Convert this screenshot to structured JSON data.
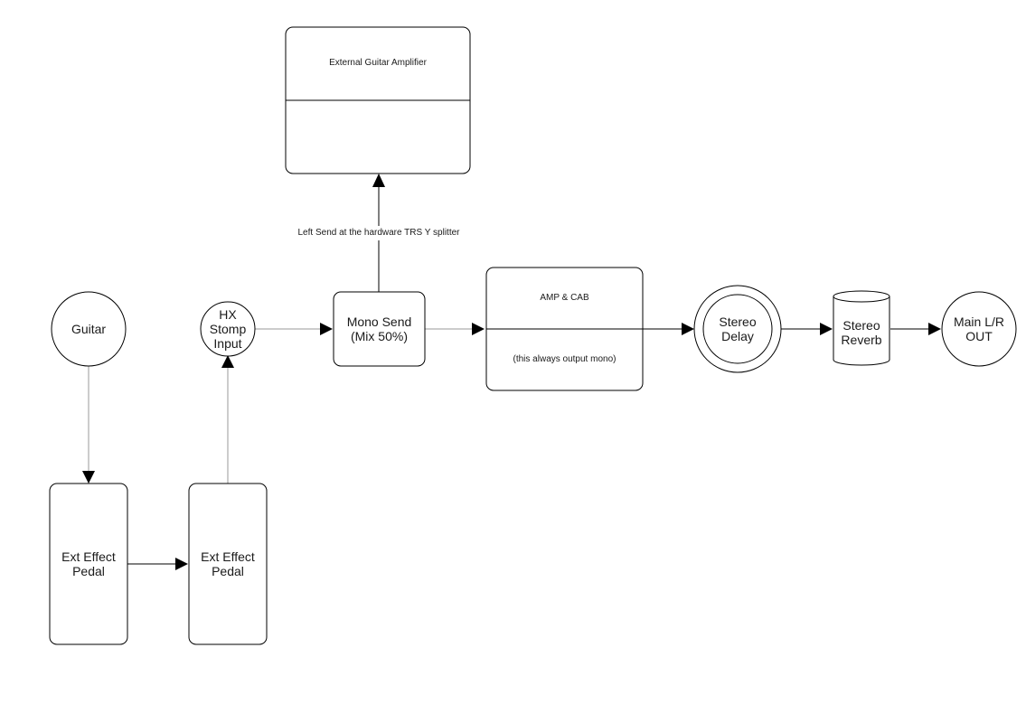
{
  "nodes": {
    "guitar": "Guitar",
    "pedal_1": "Ext Effect\nPedal",
    "pedal_2": "Ext Effect\nPedal",
    "hx_input": "HX\nStomp\nInput",
    "mono_send": "Mono Send\n(Mix 50%)",
    "amp": {
      "header": "External Guitar Amplifier"
    },
    "amp_cab": {
      "title": "AMP & CAB",
      "note": "(this always output mono)"
    },
    "stereo_delay": "Stereo\nDelay",
    "stereo_reverb": "Stereo\nReverb",
    "main_out": "Main L/R\nOUT"
  },
  "edges": {
    "send_label": "Left Send at the hardware TRS Y splitter"
  }
}
